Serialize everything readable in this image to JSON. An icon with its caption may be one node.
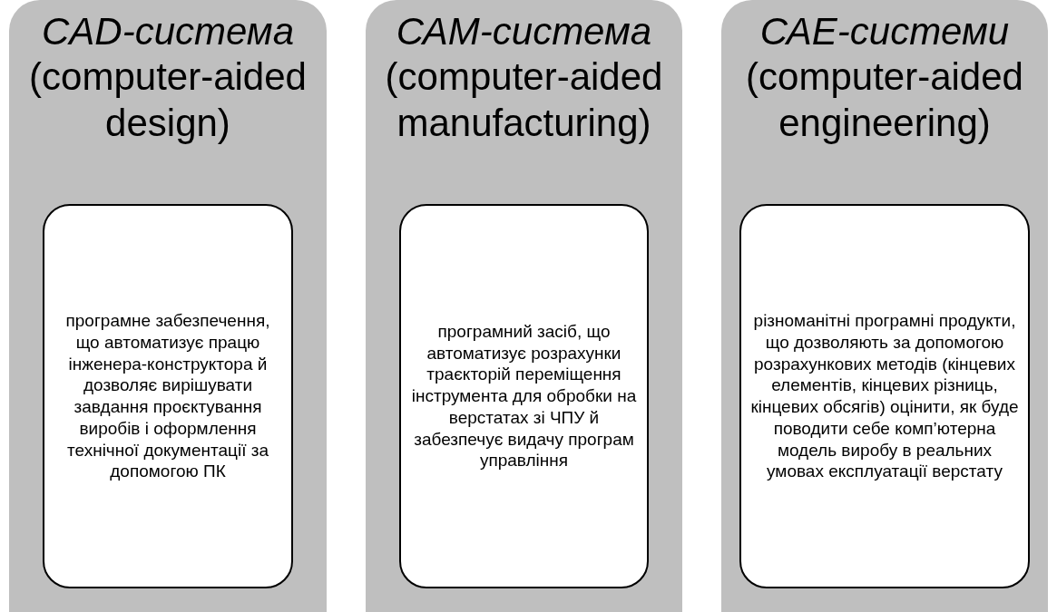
{
  "diagram": {
    "nodes": [
      {
        "text": [
          "CAD-система",
          "(computer-aided design)"
        ]
      },
      {
        "text": [
          "програмне забезпечення, що автоматизує працю інженера-конструктора й дозволяє вирішувати завдання проєктування виробів і оформлення технічної документації за допомогою ПК"
        ],
        "in": 0
      },
      {
        "text": [
          "САМ-система",
          "(computer-aided manufacturing)"
        ]
      },
      {
        "text": [
          "програмний засіб, що автоматизує розрахунки траєкторій переміщення інструмента для обробки на верстатах зі ЧПУ й забезпечує видачу програм управління"
        ],
        "in": 2
      },
      {
        "text": [
          "САЕ-системи",
          "(computer-aided engineering)"
        ]
      },
      {
        "text": [
          "різноманітні програмні продукти, що дозволяють за допомогою розрахункових методів (кінцевих елементів, кінцевих різниць, кінцевих обсягів) оцінити, як буде поводити себе комп’ютерна модель виробу в реальних умовах експлуатації верстату"
        ],
        "in": 4
      }
    ]
  }
}
